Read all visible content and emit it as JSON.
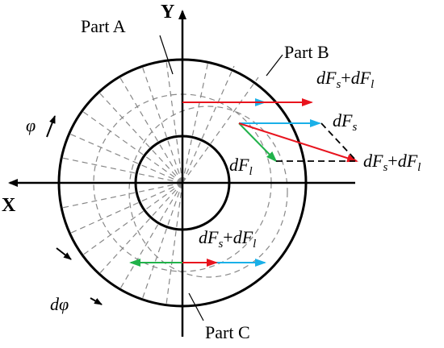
{
  "labels": {
    "axis_y": "Y",
    "axis_x": "X",
    "part_a": "Part A",
    "part_b": "Part B",
    "part_c": "Part C",
    "phi": "φ",
    "dphi": "dφ",
    "dF": "dF",
    "sub_s": "s",
    "sub_l": "l",
    "plus": "+"
  },
  "colors": {
    "red": "#e8141e",
    "blue": "#1ab0e8",
    "green": "#21b24a",
    "black": "#000000",
    "dash": "#888888"
  },
  "icons": {
    "phi_direction": "rotation-arrow-icon",
    "dphi_marker": "angle-marker-icon"
  }
}
